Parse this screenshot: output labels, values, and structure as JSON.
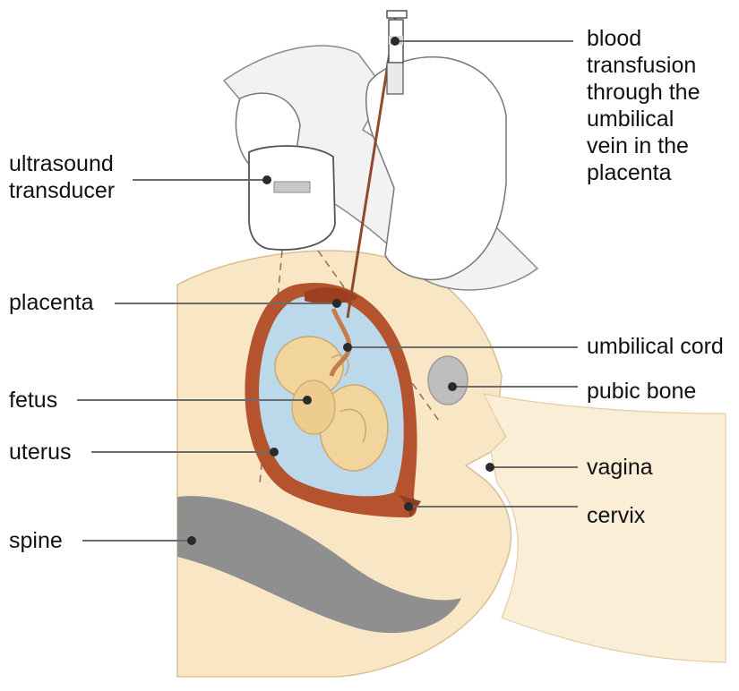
{
  "labels": {
    "ultrasound_transducer": "ultrasound\ntransducer",
    "placenta": "placenta",
    "fetus": "fetus",
    "uterus": "uterus",
    "spine": "spine",
    "blood_transfusion": "blood\ntransfusion\nthrough the\numbilical\nvein in the\nplacenta",
    "umbilical_cord": "umbilical cord",
    "pubic_bone": "pubic bone",
    "vagina": "vagina",
    "cervix": "cervix"
  },
  "colors": {
    "body_skin": "#f8e6c4",
    "amniotic_fluid": "#bcd9ec",
    "uterus_wall": "#b5532e",
    "fetus": "#f2d59c",
    "spine": "#8f8f8f",
    "pubic_bone": "#bdbdbd",
    "glove": "#ffffff",
    "sleeve": "#f2f2f2",
    "cord": "#9a4a2a"
  }
}
